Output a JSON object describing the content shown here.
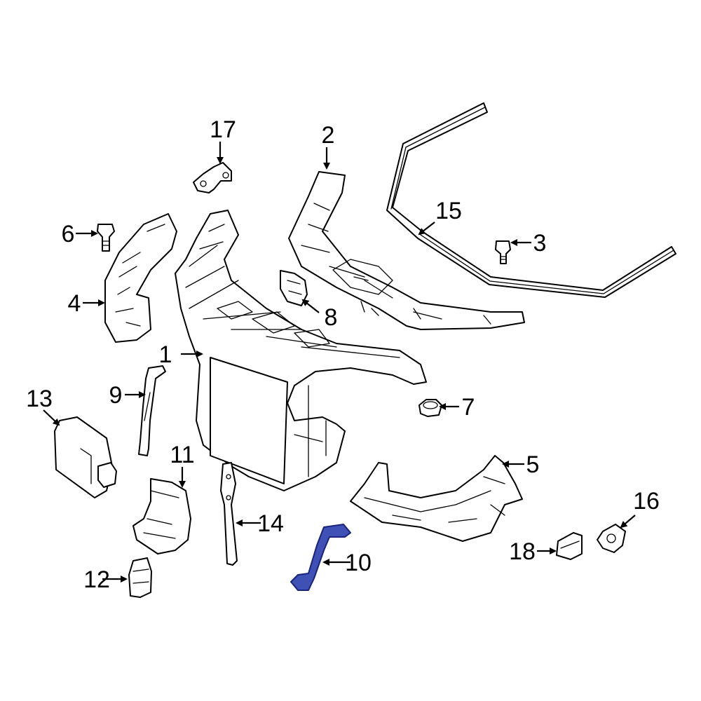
{
  "diagram": {
    "highlight_color": "#3f51b5",
    "callouts": [
      {
        "id": "1",
        "label": "1"
      },
      {
        "id": "2",
        "label": "2"
      },
      {
        "id": "3",
        "label": "3"
      },
      {
        "id": "4",
        "label": "4"
      },
      {
        "id": "5",
        "label": "5"
      },
      {
        "id": "6",
        "label": "6"
      },
      {
        "id": "7",
        "label": "7"
      },
      {
        "id": "8",
        "label": "8"
      },
      {
        "id": "9",
        "label": "9"
      },
      {
        "id": "10",
        "label": "10",
        "highlighted": true
      },
      {
        "id": "11",
        "label": "11"
      },
      {
        "id": "12",
        "label": "12"
      },
      {
        "id": "13",
        "label": "13"
      },
      {
        "id": "14",
        "label": "14"
      },
      {
        "id": "15",
        "label": "15"
      },
      {
        "id": "16",
        "label": "16"
      },
      {
        "id": "17",
        "label": "17"
      },
      {
        "id": "18",
        "label": "18"
      }
    ]
  }
}
